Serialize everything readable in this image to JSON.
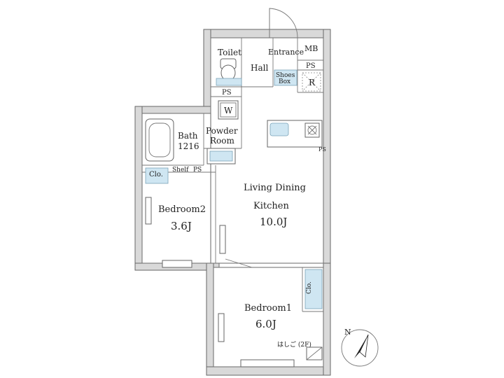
{
  "rooms": {
    "toilet": "Toilet",
    "entrance": "Entrance",
    "mb": "MB",
    "hall": "Hall",
    "ps_top": "PS",
    "shoes_box_line1": "Shoes",
    "shoes_box_line2": "Box",
    "r": "R",
    "ps_toilet": "PS",
    "w": "W",
    "bath": "Bath",
    "bath_size": "1216",
    "powder_line1": "Powder",
    "powder_line2": "Room",
    "ps_kitchen": "PS",
    "clo2": "Clo.",
    "shelf": "Shelf",
    "ps_shelf": "PS",
    "ldk_line1": "Living Dining",
    "ldk_line2": "Kitchen",
    "ldk_size": "10.0J",
    "bedroom2": "Bedroom2",
    "bedroom2_size": "3.6J",
    "bedroom1": "Bedroom1",
    "bedroom1_size": "6.0J",
    "clo1": "Clo.",
    "ladder": "はしご (2F)",
    "north": "N"
  }
}
